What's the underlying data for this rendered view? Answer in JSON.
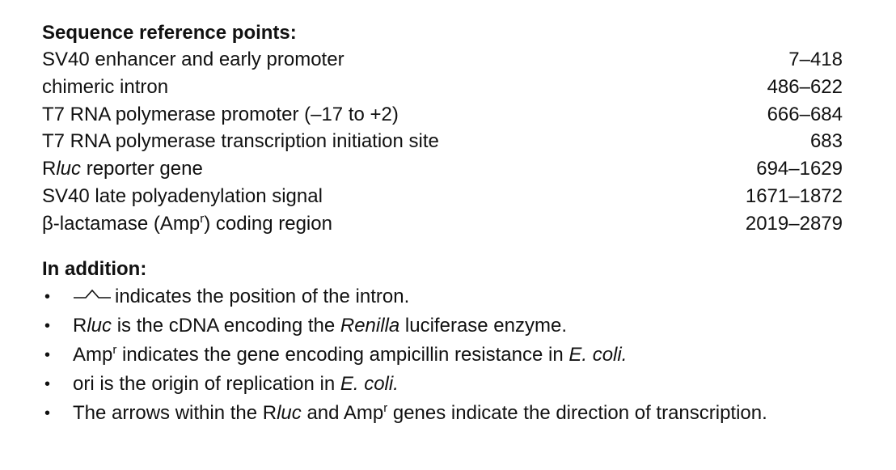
{
  "reference": {
    "heading": "Sequence reference points:",
    "rows": [
      {
        "parts": [
          {
            "t": "SV40 enhancer and early promoter",
            "i": false
          }
        ],
        "range": "7–418"
      },
      {
        "parts": [
          {
            "t": "chimeric intron",
            "i": false
          }
        ],
        "range": "486–622"
      },
      {
        "parts": [
          {
            "t": "T7 RNA polymerase promoter (–17 to +2)",
            "i": false
          }
        ],
        "range": "666–684"
      },
      {
        "parts": [
          {
            "t": "T7 RNA polymerase transcription initiation site",
            "i": false
          }
        ],
        "range": "683"
      },
      {
        "parts": [
          {
            "t": "R",
            "i": false
          },
          {
            "t": "luc",
            "i": true
          },
          {
            "t": " reporter gene",
            "i": false
          }
        ],
        "range": "694–1629"
      },
      {
        "parts": [
          {
            "t": "SV40 late polyadenylation signal",
            "i": false
          }
        ],
        "range": "1671–1872"
      },
      {
        "parts": [
          {
            "t": "β-lactamase (Amp",
            "i": false
          },
          {
            "t": "r",
            "sup": true
          },
          {
            "t": ") coding region",
            "i": false
          }
        ],
        "range": "2019–2879"
      }
    ]
  },
  "addition": {
    "heading": "In addition:",
    "bullet_glyph": "•",
    "items": [
      {
        "intron_icon": true,
        "parts": [
          {
            "t": "indicates the position of the intron.",
            "i": false
          }
        ]
      },
      {
        "parts": [
          {
            "t": "R",
            "i": false
          },
          {
            "t": "luc",
            "i": true
          },
          {
            "t": " is the cDNA encoding the ",
            "i": false
          },
          {
            "t": "Renilla",
            "i": true
          },
          {
            "t": " luciferase enzyme.",
            "i": false
          }
        ]
      },
      {
        "parts": [
          {
            "t": "Amp",
            "i": false
          },
          {
            "t": "r",
            "sup": true
          },
          {
            "t": " indicates the gene encoding ampicillin resistance in ",
            "i": false
          },
          {
            "t": "E. coli.",
            "i": true
          }
        ]
      },
      {
        "parts": [
          {
            "t": "ori is the origin of replication in ",
            "i": false
          },
          {
            "t": "E. coli.",
            "i": true
          }
        ]
      },
      {
        "parts": [
          {
            "t": "The arrows within the R",
            "i": false
          },
          {
            "t": "luc",
            "i": true
          },
          {
            "t": " and Amp",
            "i": false
          },
          {
            "t": "r",
            "sup": true
          },
          {
            "t": " genes indicate the direction of transcription.",
            "i": false
          }
        ]
      }
    ]
  }
}
